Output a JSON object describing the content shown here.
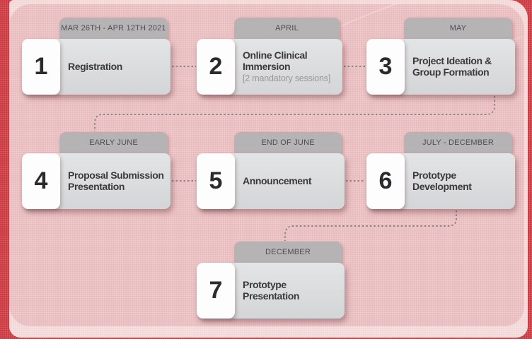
{
  "colors": {
    "red": "#cb3b41",
    "pinkBase": "#f2d8d7",
    "pinkPanel": "#e9bdbf",
    "tab": "#b5b3b4",
    "bodyTop": "#e3e4e6",
    "bodyBottom": "#d4d5d7",
    "numbox": "#fdfdfe",
    "title": "#3a3a3c",
    "sub": "#98989c",
    "date": "#4e4e52",
    "number": "#2b2b2d",
    "dash": "#6f6f6f"
  },
  "steps": [
    {
      "number": "1",
      "date": "MAR 26TH - APR 12TH 2021",
      "title": "Registration"
    },
    {
      "number": "2",
      "date": "APRIL",
      "title": "Online Clinical Immersion",
      "subtitle": "[2 mandatory sessions]"
    },
    {
      "number": "3",
      "date": "MAY",
      "title": "Project Ideation & Group Formation"
    },
    {
      "number": "4",
      "date": "EARLY JUNE",
      "title": "Proposal Submission Presentation"
    },
    {
      "number": "5",
      "date": "END OF JUNE",
      "title": "Announcement"
    },
    {
      "number": "6",
      "date": "JULY - DECEMBER",
      "title": "Prototype Development"
    },
    {
      "number": "7",
      "date": "DECEMBER",
      "title": "Prototype Presentation"
    }
  ]
}
